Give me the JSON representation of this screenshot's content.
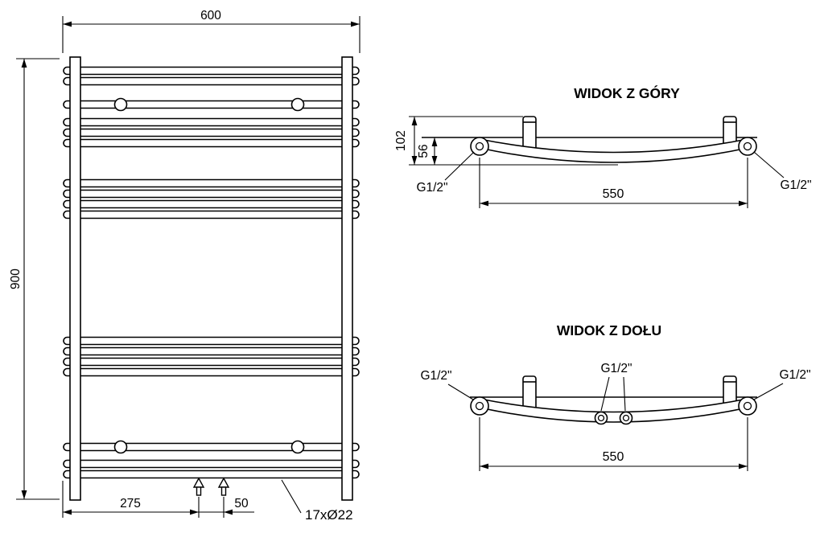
{
  "front_view": {
    "width": "600",
    "height": "900",
    "valve_offset": "275",
    "valve_spacing": "50",
    "tubes": "17xØ22"
  },
  "top_view": {
    "title": "WIDOK Z GÓRY",
    "depth_total": "102",
    "depth_tube": "56",
    "conn_left": "G1/2\"",
    "conn_right": "G1/2\"",
    "span": "550"
  },
  "bottom_view": {
    "title": "WIDOK Z DOŁU",
    "conn_left": "G1/2\"",
    "conn_center": "G1/2\"",
    "conn_right": "G1/2\"",
    "span": "550"
  },
  "colors": {
    "line": "#000000",
    "background": "#ffffff"
  }
}
